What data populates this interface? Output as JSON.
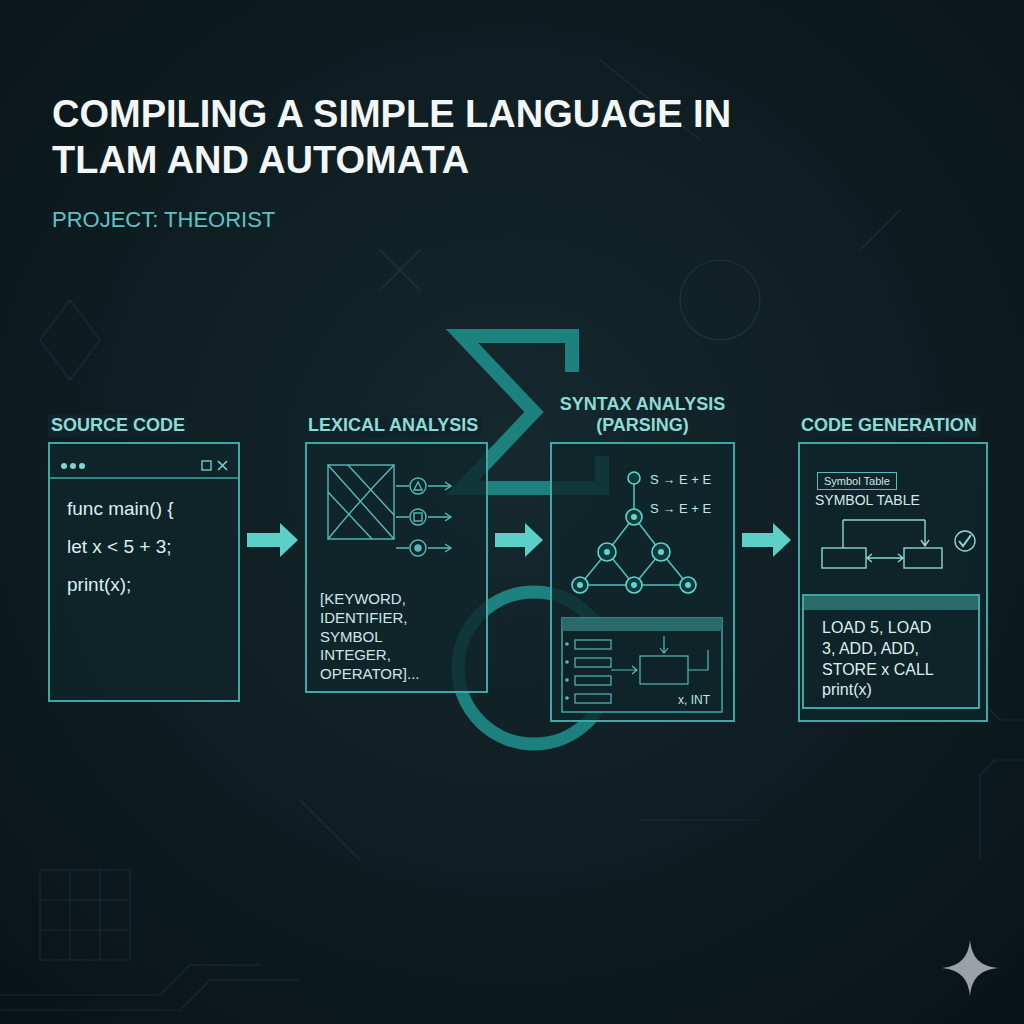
{
  "diagram": {
    "title": "COMPILING A SIMPLE LANGUAGE IN TLAM AND AUTOMATA",
    "nodes": [
      {
        "text": [
          "SOURCE CODE",
          "func main() {",
          "let x < 5 + 3;",
          "print(x);"
        ]
      },
      {
        "text": [
          "LEXICAL ANALYSIS",
          "[KEYWORD, IDENTIFIER, SYMBOL INTEGER, OPERATOR]..."
        ]
      },
      {
        "text": [
          "SYNTAX ANALYSIS (PARSING)"
        ]
      },
      {
        "text": [
          "CODE GENERATION",
          "SYMBOL TABLE"
        ]
      },
      {
        "text": [
          "Symbol Table"
        ],
        "in": 3
      },
      {
        "text": [
          "LOAD 5, LOAD 3, ADD, ADD, STORE x CALL print(x)"
        ],
        "in": 3
      }
    ],
    "edges": [
      {
        "from": 0,
        "to": 1,
        "arrow": "to"
      },
      {
        "from": 1,
        "to": 2,
        "arrow": "to"
      },
      {
        "from": 2,
        "to": 3,
        "arrow": "to"
      }
    ],
    "labels": [
      "PROJECT: THEORIST",
      "S → E + E",
      "S → E + E",
      "x, INT"
    ]
  }
}
